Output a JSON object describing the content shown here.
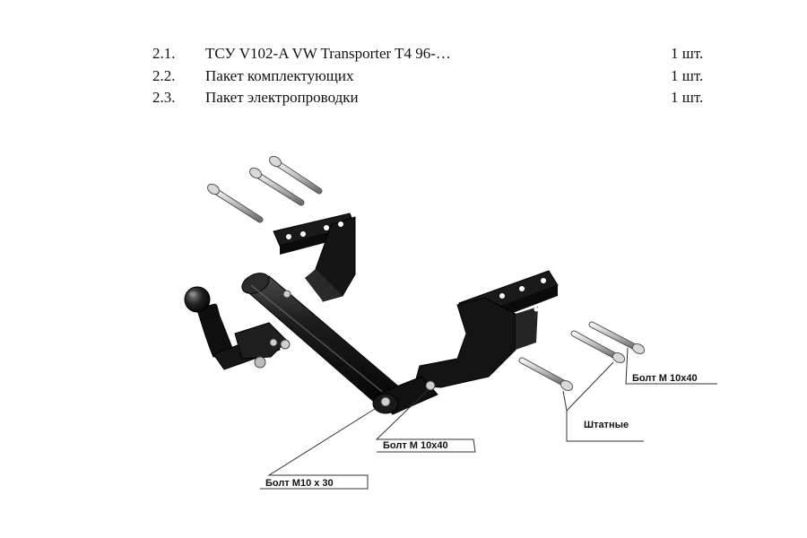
{
  "parts": [
    {
      "num": "2.1.",
      "name": "ТСУ V102-A VW Transporter T4 96-…",
      "qty": "1 шт."
    },
    {
      "num": "2.2.",
      "name": "Пакет комплектующих",
      "qty": "1 шт."
    },
    {
      "num": "2.3.",
      "name": "Пакет электропроводки",
      "qty": "1 шт."
    }
  ],
  "callouts": {
    "bolt_m10x40_right": "Болт М 10х40",
    "stock": "Штатные",
    "bolt_m10x40_bottom": "Болт М 10х40",
    "bolt_m10x30": "Болт М10 х 30"
  },
  "colors": {
    "metal": "#1a1a1a",
    "metal_highlight": "#5a5a5a",
    "bolt": "#bdbdbd",
    "line": "#333333"
  }
}
